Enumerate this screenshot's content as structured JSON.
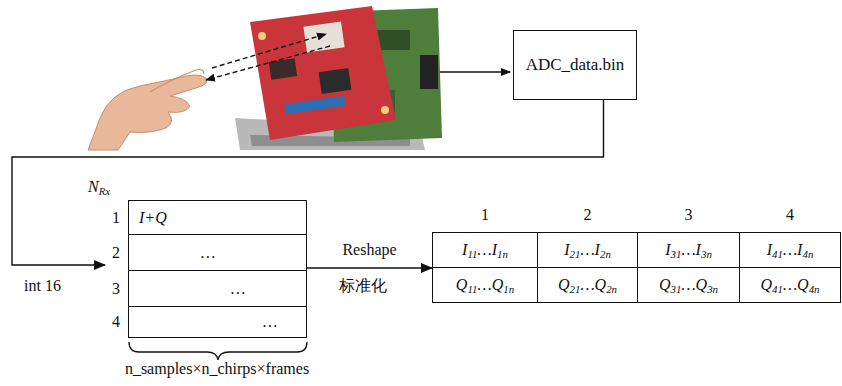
{
  "diagram": {
    "nodes": [
      {
        "text": [
          "ADC_data.bin"
        ]
      },
      {
        "text": [
          "NRx",
          "n_samples×n_chirps×frames"
        ]
      },
      {
        "text": [
          "1",
          "I+Q"
        ],
        "in": 1
      },
      {
        "text": [
          "2",
          "…"
        ],
        "in": 1
      },
      {
        "text": [
          "3",
          "…"
        ],
        "in": 1
      },
      {
        "text": [
          "4",
          "…"
        ],
        "in": 1
      },
      {
        "text": [
          "1",
          "I11…I1n",
          "Q11…Q1n"
        ]
      },
      {
        "text": [
          "2",
          "I21…I2n",
          "Q21…Q2n"
        ]
      },
      {
        "text": [
          "3",
          "I31…I3n",
          "Q31…Q3n"
        ]
      },
      {
        "text": [
          "4",
          "I41…I4n",
          "Q41…Q4n"
        ]
      }
    ],
    "edges": [
      {
        "from": 0,
        "to": 1,
        "arrow": "to"
      },
      {
        "from": 1,
        "to": 6,
        "label": "Reshape",
        "arrow": "to"
      }
    ],
    "labels": [
      "int 16",
      "标准化"
    ]
  }
}
